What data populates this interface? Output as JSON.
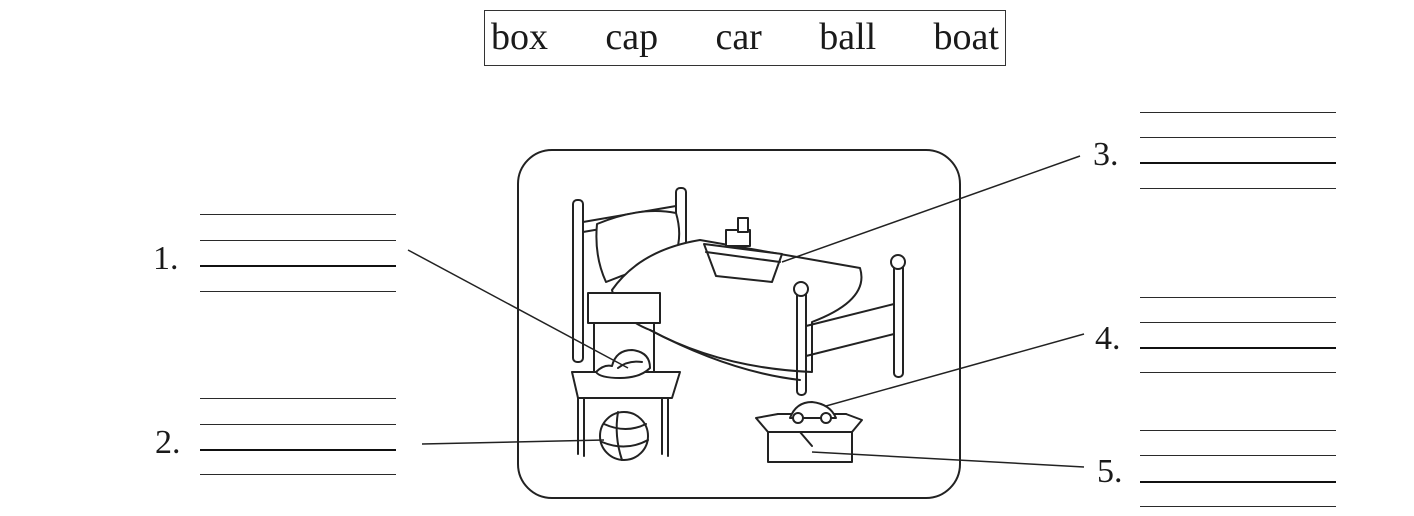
{
  "word_bank": {
    "words": [
      "box",
      "cap",
      "car",
      "ball",
      "boat"
    ]
  },
  "items": [
    {
      "number": "1."
    },
    {
      "number": "2."
    },
    {
      "number": "3."
    },
    {
      "number": "4."
    },
    {
      "number": "5."
    }
  ]
}
